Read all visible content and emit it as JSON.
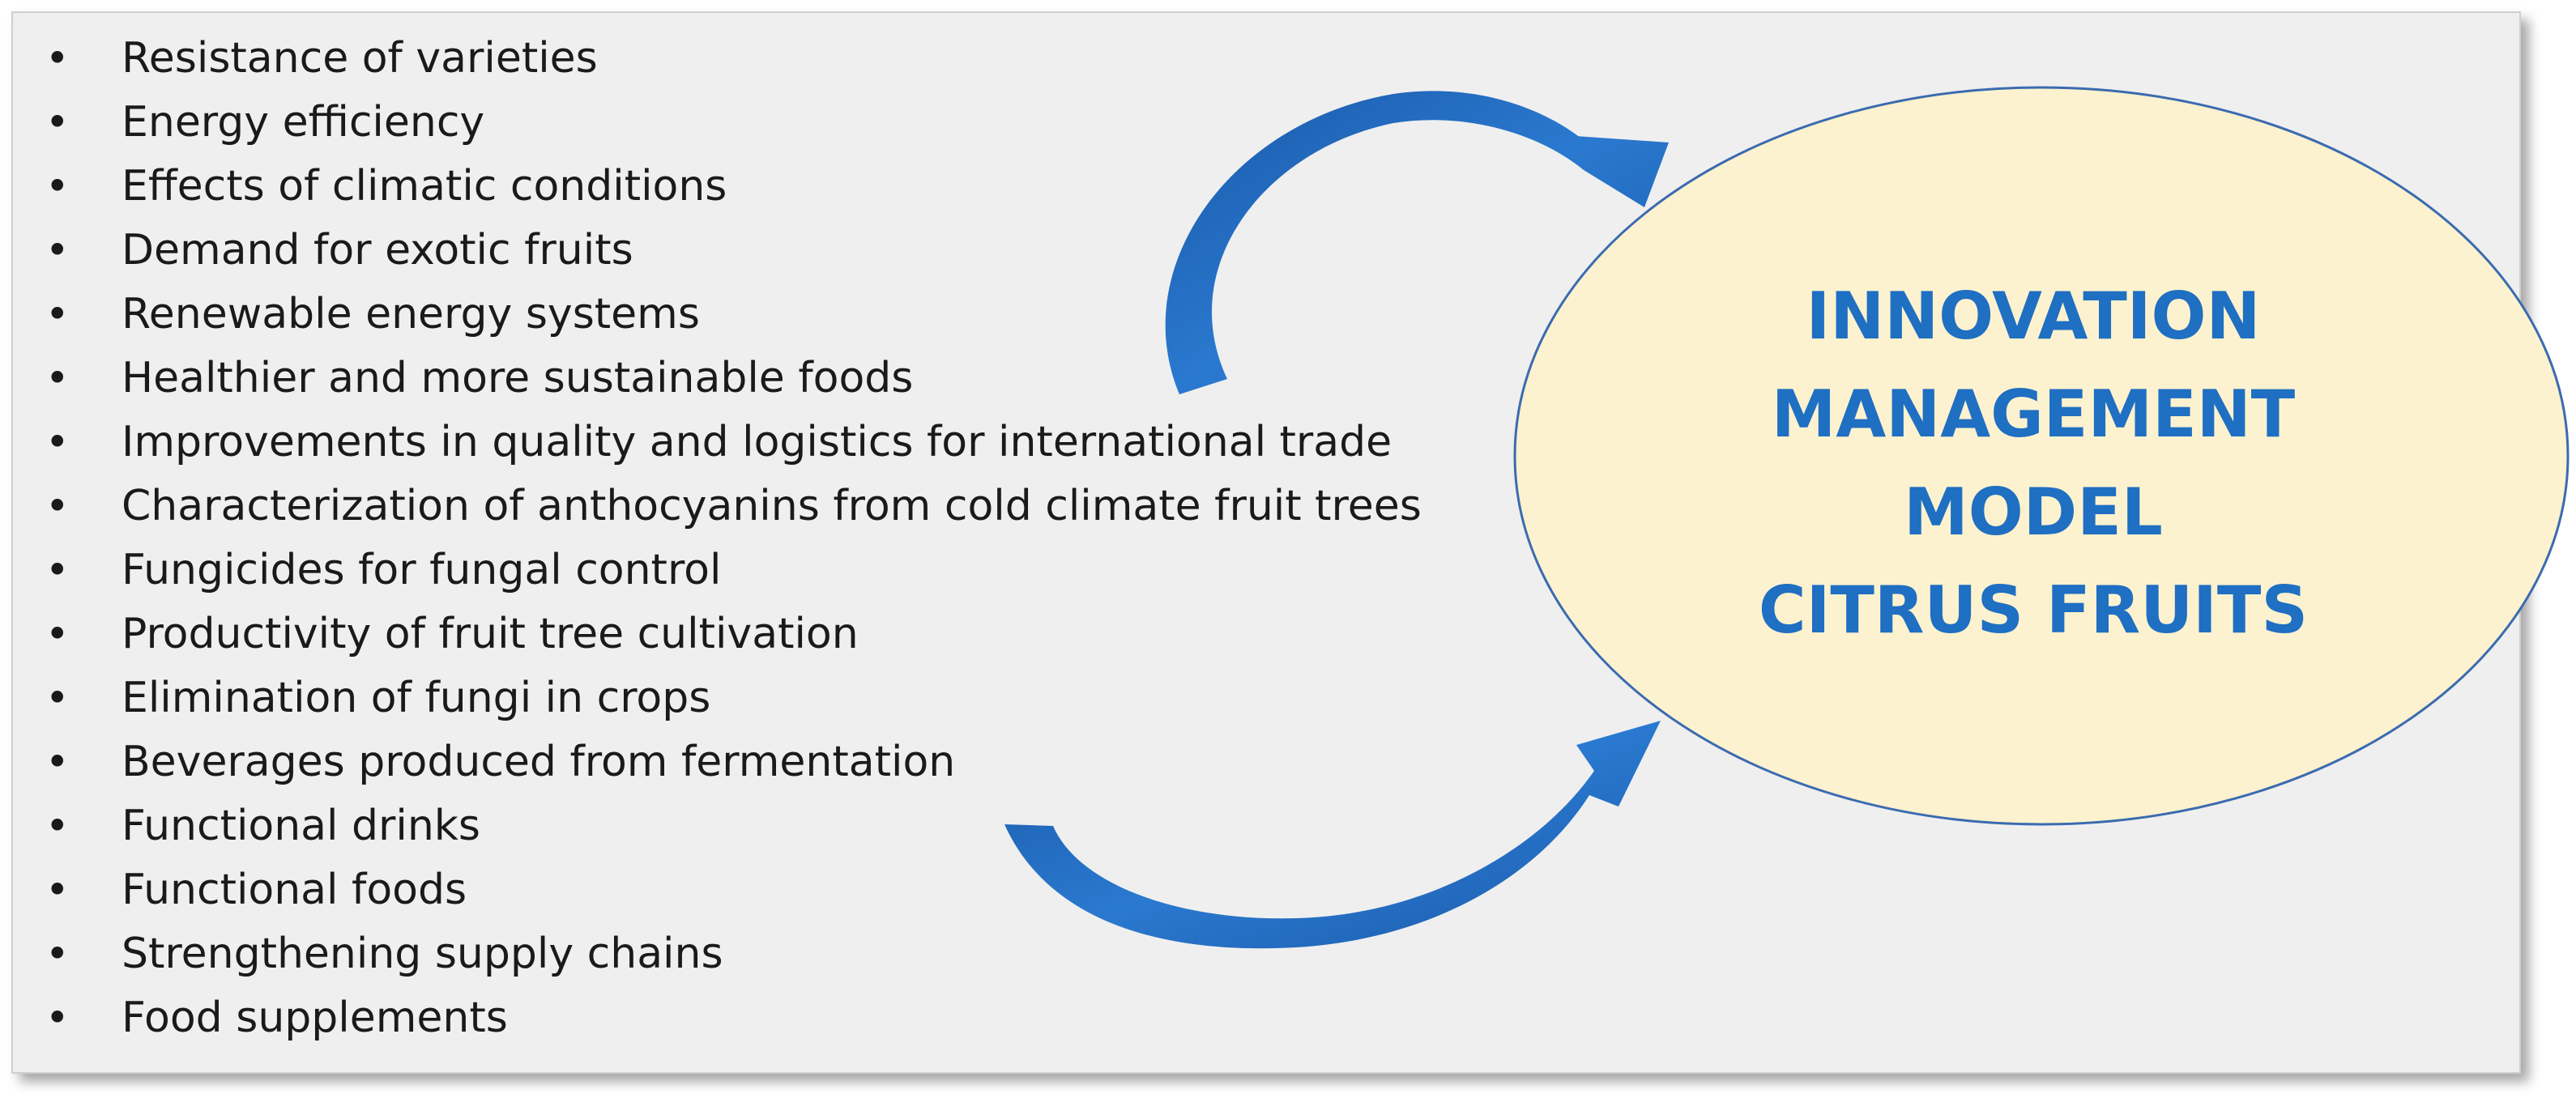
{
  "items": [
    "Resistance of varieties",
    "Energy efficiency",
    "Effects of climatic conditions",
    "Demand for exotic fruits",
    "Renewable energy systems",
    "Healthier and more sustainable foods",
    "Improvements  in quality and logistics for international trade",
    "Characterization of anthocyanins from cold climate fruit trees",
    "Fungicides for fungal control",
    "Productivity of fruit tree cultivation",
    "Elimination of fungi in crops",
    "Beverages produced from fermentation",
    "Functional drinks",
    "Functional foods",
    "Strengthening supply chains",
    "Food supplements"
  ],
  "bullet": "•",
  "ellipse": {
    "lines": [
      "INNOVATION",
      "MANAGEMENT",
      "MODEL",
      "CITRUS FRUITS"
    ]
  },
  "colors": {
    "ellipse_fill": "#fdf2cf",
    "ellipse_stroke": "#3b6bb0",
    "title_text": "#1f6fc2",
    "arrow": "#1f63b5",
    "background": "#efefef"
  }
}
